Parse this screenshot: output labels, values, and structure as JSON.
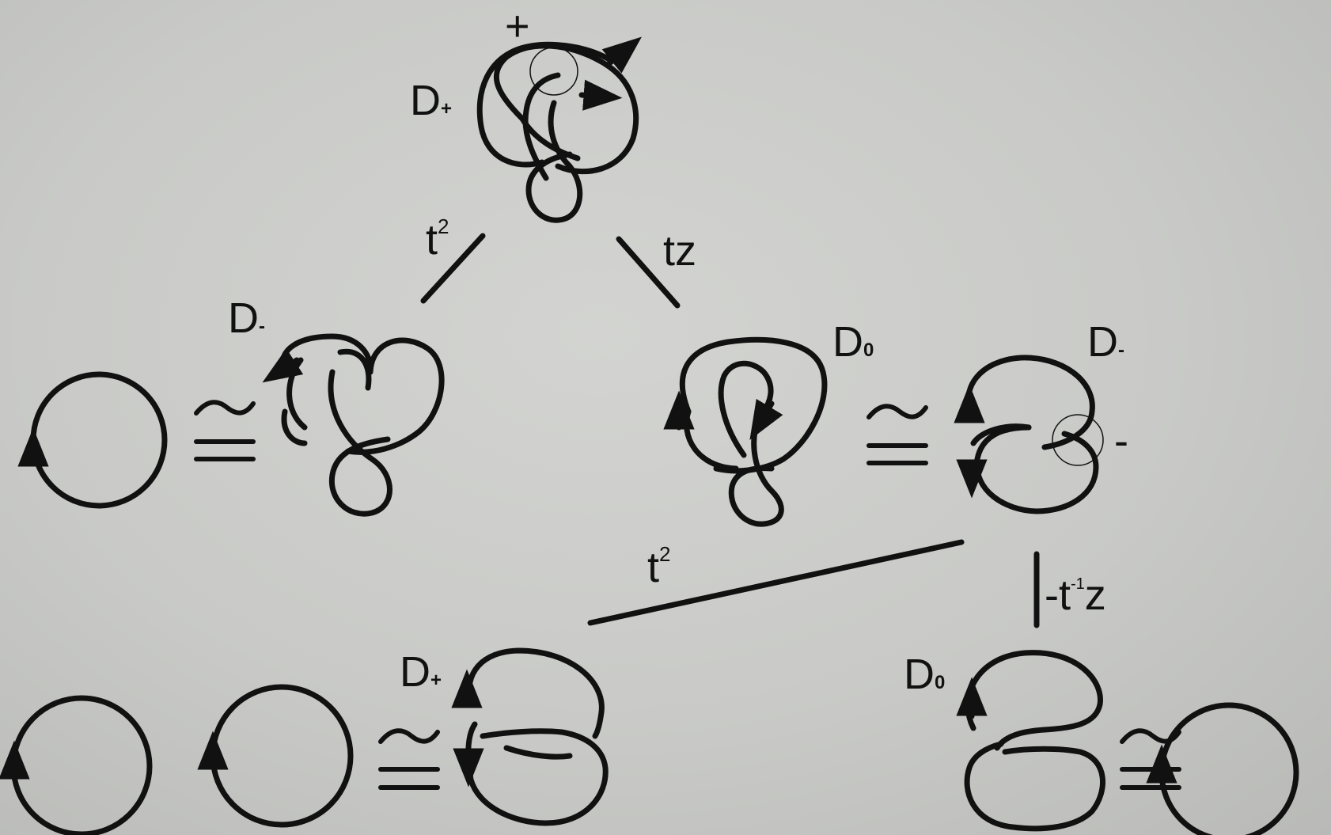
{
  "labels": {
    "top_sign": "+",
    "d_plus_top": "D",
    "d_plus_top_sub": "+",
    "edge_left": "t",
    "edge_left_sup": "2",
    "edge_right": "tz",
    "d_minus_left": "D",
    "d_minus_left_sub": "-",
    "d_zero_mid": "D",
    "d_zero_mid_sub": "0",
    "d_minus_right": "D",
    "d_minus_right_sub": "-",
    "minus_sign": "-",
    "edge_bottom_left": "t",
    "edge_bottom_left_sup": "2",
    "edge_bottom_right_prefix": "-t",
    "edge_bottom_right_sup": "-1",
    "edge_bottom_right_suffix": "z",
    "d_plus_bottom": "D",
    "d_plus_bottom_sub": "+",
    "d_zero_bottom": "D",
    "d_zero_bottom_sub": "0"
  },
  "equivalence_symbol": "≅",
  "colors": {
    "ink": "#111111",
    "paper": "#cfd0cd"
  }
}
